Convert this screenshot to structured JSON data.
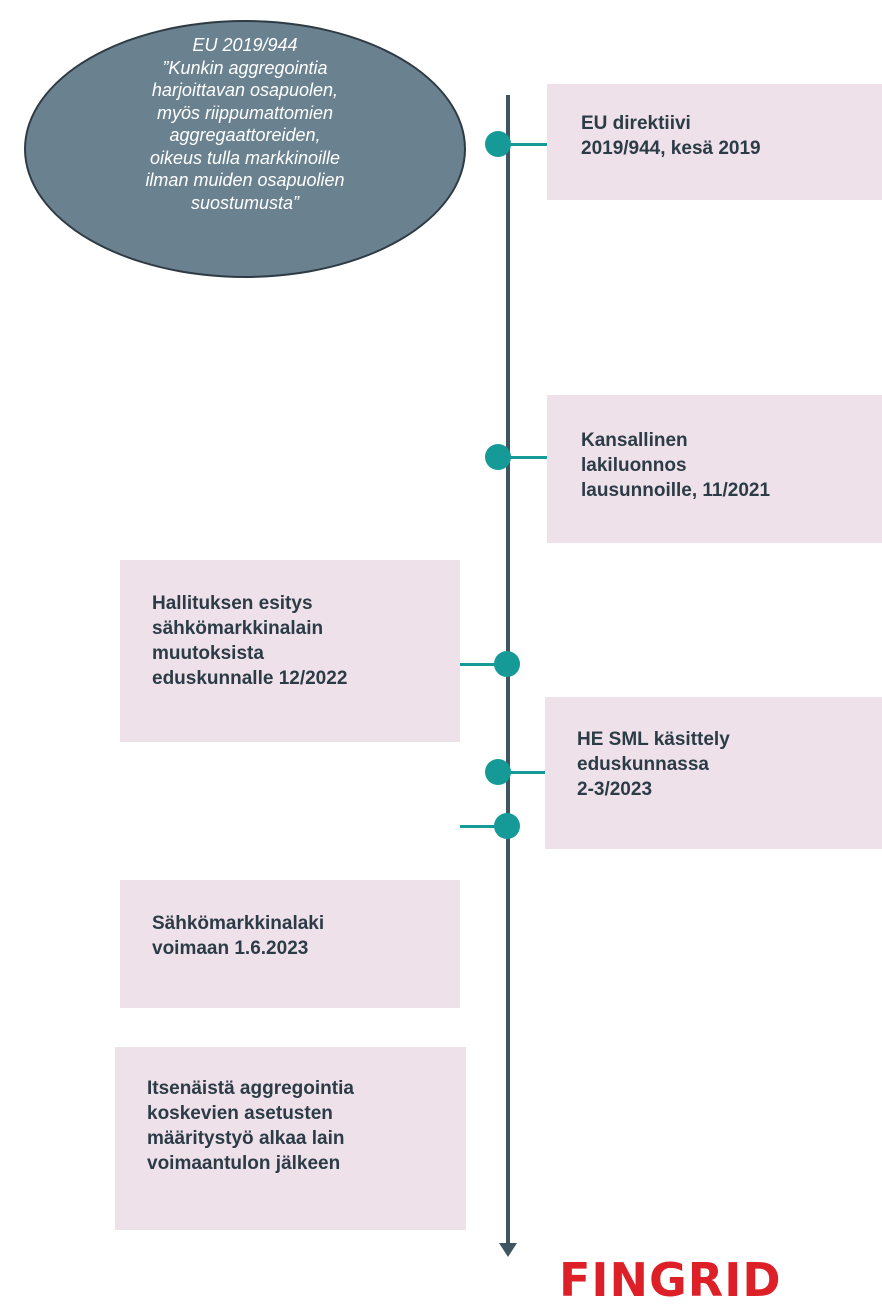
{
  "directive_note": {
    "text": "EU 2019/944\n”Kunkin aggregointia\nharjoittavan osapuolen,\nmyös riippumattomien\naggregaattoreiden,\noikeus tulla markkinoille\nilman muiden osapuolien\nsuostumusta”"
  },
  "timeline": {
    "events": [
      {
        "label": "EU direktiivi\n2019/944, kesä 2019",
        "side": "right"
      },
      {
        "label": "Kansallinen\nlakiluonnos\nlausunnoille, 11/2021",
        "side": "right"
      },
      {
        "label": "Hallituksen esitys\nsähkömarkkinalain\nmuutoksista\neduskunnalle 12/2022",
        "side": "left"
      },
      {
        "label": "HE SML käsittely\neduskunnassa\n2-3/2023",
        "side": "right"
      },
      {
        "label": "Sähkömarkkinalaki\nvoimaan 1.6.2023",
        "side": "left"
      },
      {
        "label": "Itsenäistä aggregointia\nkoskevien asetusten\nmääritystyö alkaa lain\nvoimaantulon jälkeen",
        "side": "left"
      }
    ]
  },
  "logo": {
    "text": "FINGRID"
  },
  "colors": {
    "axis": "#3f5560",
    "marker": "#159a98",
    "box": "#efe1ea",
    "ellipse": "#6a8290",
    "logo": "#dd1f27"
  }
}
